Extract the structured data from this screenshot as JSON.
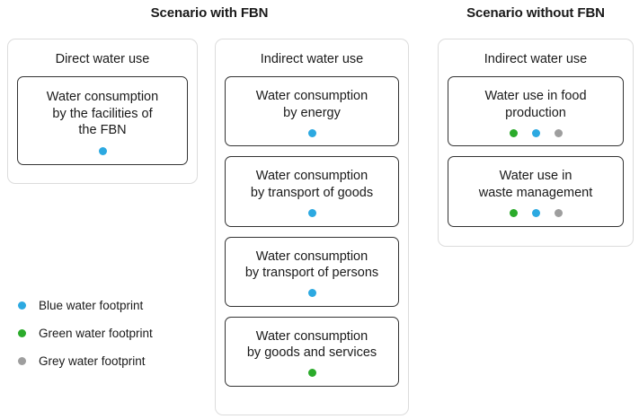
{
  "colors": {
    "blue": "#2ca9e1",
    "green": "#2bab2b",
    "grey": "#9e9e9e",
    "panel_border": "#dcdcdc",
    "box_border": "#333333",
    "text": "#1a1a1a",
    "background": "#ffffff"
  },
  "headings": {
    "with_fbn": "Scenario with FBN",
    "without_fbn": "Scenario without FBN"
  },
  "panels": [
    {
      "id": "direct-water-use",
      "title": "Direct water use",
      "items": [
        {
          "label": "Water consumption\nby the facilities of\nthe FBN",
          "dots": [
            "blue"
          ]
        }
      ]
    },
    {
      "id": "indirect-with-fbn",
      "title": "Indirect water use",
      "items": [
        {
          "label": "Water consumption\nby energy",
          "dots": [
            "blue"
          ]
        },
        {
          "label": "Water consumption\nby transport of goods",
          "dots": [
            "blue"
          ]
        },
        {
          "label": "Water consumption\nby transport of persons",
          "dots": [
            "blue"
          ]
        },
        {
          "label": "Water consumption\nby goods and services",
          "dots": [
            "green"
          ]
        }
      ]
    },
    {
      "id": "indirect-without-fbn",
      "title": "Indirect water use",
      "items": [
        {
          "label": "Water use in food\nproduction",
          "dots": [
            "green",
            "blue",
            "grey"
          ]
        },
        {
          "label": "Water use in\nwaste management",
          "dots": [
            "green",
            "blue",
            "grey"
          ]
        }
      ]
    }
  ],
  "legend": [
    {
      "color": "blue",
      "label": "Blue water footprint"
    },
    {
      "color": "green",
      "label": "Green water footprint"
    },
    {
      "color": "grey",
      "label": "Grey water footprint"
    }
  ]
}
